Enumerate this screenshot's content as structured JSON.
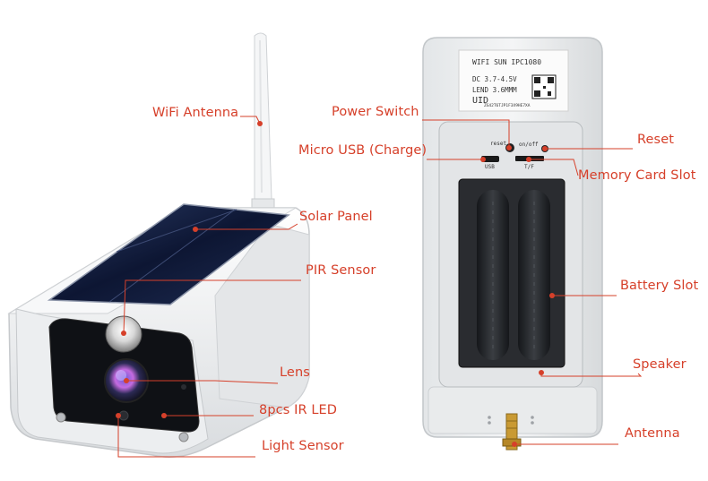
{
  "callouts": {
    "wifi_antenna": "WiFi Antenna",
    "solar_panel": "Solar Panel",
    "pir_sensor": "PIR Sensor",
    "lens": "Lens",
    "ir_led": "8pcs IR LED",
    "light_sensor": "Light Sensor",
    "power_switch": "Power Switch",
    "micro_usb": "Micro USB (Charge)",
    "reset": "Reset",
    "memory_card_slot": "Memory Card Slot",
    "battery_slot": "Battery Slot",
    "speaker": "Speaker",
    "antenna": "Antenna"
  },
  "sticker": {
    "model": "WIFI SUN  IPC1080",
    "voltage": "DC 3.7-4.5V",
    "lens_info": "LEND 3.6MMM",
    "uid": "UID",
    "serial": "ZG42T6TJP1F3X9HE7XA"
  },
  "port_labels": {
    "reset": "reset",
    "onoff": "on/off",
    "usb": "USB",
    "tf": "T/F"
  },
  "colors": {
    "callout": "#d6402a",
    "housing": "#f2f3f4",
    "front_glass": "#101216",
    "solar": "#0e1a3a"
  }
}
